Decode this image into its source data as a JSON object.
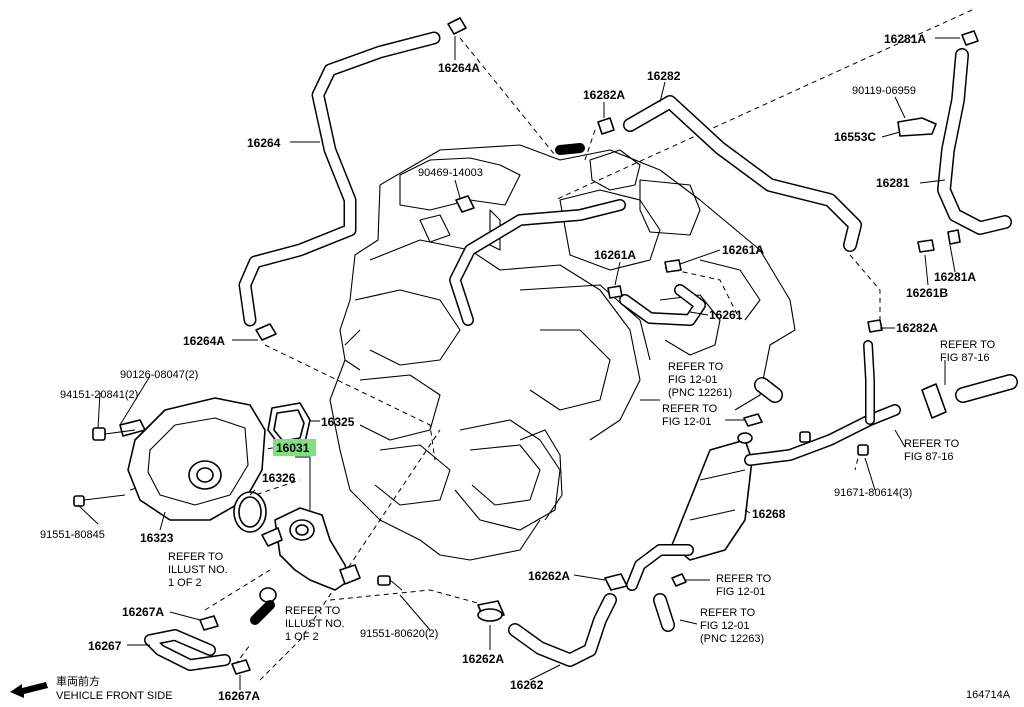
{
  "labels": {
    "p16264A_top": "16264A",
    "p16264": "16264",
    "p16264A_bot": "16264A",
    "p16282": "16282",
    "p16282A_top": "16282A",
    "p16282A_mid": "16282A",
    "p16281A_top": "16281A",
    "p90119": "90119-06959",
    "p16553C": "16553C",
    "p16281": "16281",
    "p16281A_bot": "16281A",
    "p16261B": "16261B",
    "p90469": "90469-14003",
    "p16261A_left": "16261A",
    "p16261A_right": "16261A",
    "p16261": "16261",
    "p90126": "90126-08047(2)",
    "p94151": "94151-20841(2)",
    "p16325": "16325",
    "p16031": "16031",
    "p16326": "16326",
    "p91551_80845": "91551-80845",
    "p16323": "16323",
    "p16267A_top": "16267A",
    "p16267": "16267",
    "p16267A_bot": "16267A",
    "p91551_80620": "91551-80620(2)",
    "p16262A_left": "16262A",
    "p16262A_bot": "16262A",
    "p16262": "16262",
    "p16268": "16268",
    "p91671": "91671-80614(3)",
    "footer_id": "164714A"
  },
  "refs": {
    "fig12_01_a": [
      "REFER TO",
      "FIG 12-01",
      "(PNC 12261)"
    ],
    "fig12_01_b": [
      "REFER TO",
      "FIG 12-01"
    ],
    "fig87_16_a": [
      "REFER TO",
      "FIG 87-16"
    ],
    "fig87_16_b": [
      "REFER TO",
      "FIG 87-16"
    ],
    "illust_a": [
      "REFER TO",
      "ILLUST NO.",
      "1 OF 2"
    ],
    "illust_b": [
      "REFER TO",
      "ILLUST NO.",
      "1 OF 2"
    ],
    "fig12_01_c": [
      "REFER TO",
      "FIG 12-01"
    ],
    "fig12_01_d": [
      "REFER TO",
      "FIG 12-01",
      "(PNC 12263)"
    ]
  },
  "front": {
    "jp": "車両前方",
    "en": "VEHICLE FRONT SIDE"
  },
  "colors": {
    "highlight": "#7ee07e",
    "line": "#000000"
  }
}
